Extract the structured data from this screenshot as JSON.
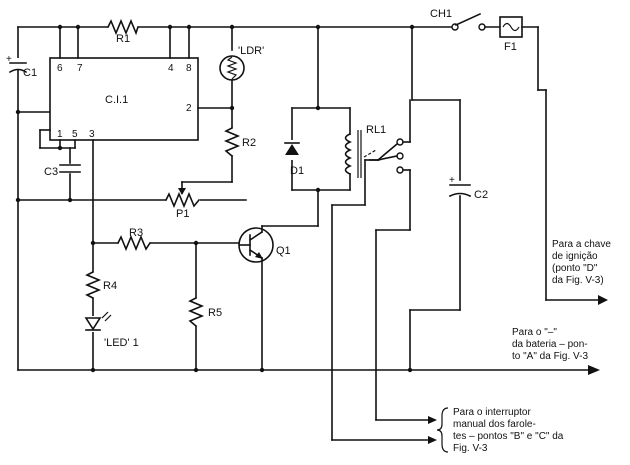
{
  "components": {
    "ic": "C.I.1",
    "ic_pins": {
      "p6": "6",
      "p7": "7",
      "p4": "4",
      "p8": "8",
      "p2": "2",
      "p1": "1",
      "p5": "5",
      "p3": "3"
    },
    "r1": "R1",
    "c1": "C1",
    "c1_pol": "+",
    "ldr": "'LDR'",
    "r2": "R2",
    "c3": "C3",
    "p1": "P1",
    "d1": "D1",
    "rl1": "RL1",
    "ch1": "CH1",
    "f1": "F1",
    "c2": "C2",
    "c2_pol": "+",
    "r3": "R3",
    "q1": "Q1",
    "r4": "R4",
    "r5": "R5",
    "led": "'LED' 1"
  },
  "notes": {
    "ignition": [
      "Para a chave",
      "de ignição",
      "(ponto \"D\"",
      "da Fig. V-3)"
    ],
    "battery": [
      "Para o \"–\"",
      "da bateria – pon-",
      "to \"A\" da Fig. V-3"
    ],
    "switch": [
      "Para o interruptor",
      "manual dos farole-",
      "tes – pontos \"B\" e \"C\" da",
      "Fig. V-3"
    ]
  }
}
